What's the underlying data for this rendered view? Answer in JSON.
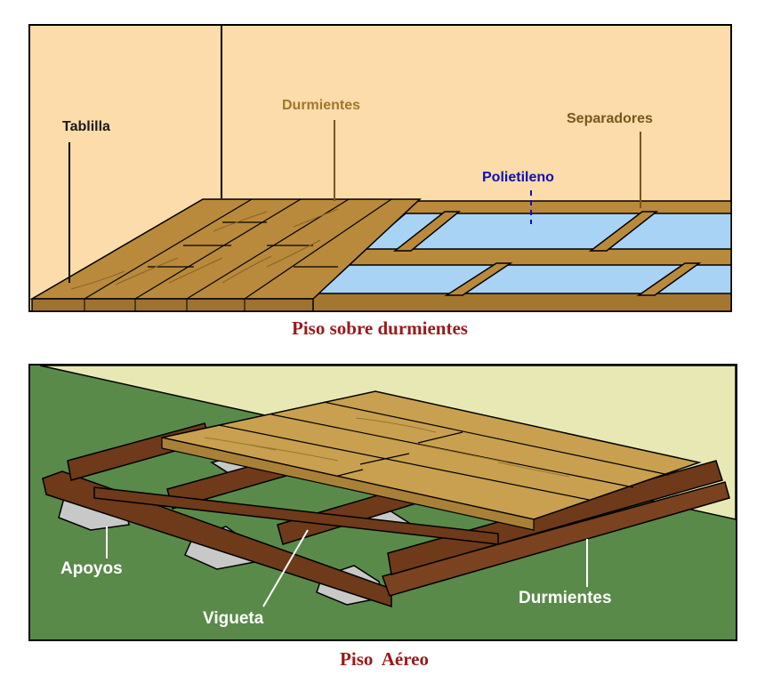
{
  "diagram1": {
    "caption": "Piso sobre durmientes",
    "labels": {
      "tablilla": "Tablilla",
      "durmientes": "Durmientes",
      "separadores": "Separadores",
      "polietileno": "Polietileno"
    },
    "colors": {
      "wall": "#FBDCAA",
      "wood": "#B98A3C",
      "wood_dark": "#7A5520",
      "plastic": "#A9D3F5",
      "label_tan": "#A0772A",
      "label_dark": "#1A1A1A",
      "label_blue": "#1010B0"
    }
  },
  "diagram2": {
    "caption": "Piso  Aéreo",
    "labels": {
      "apoyos": "Apoyos",
      "vigueta": "Vigueta",
      "durmientes": "Durmientes"
    },
    "colors": {
      "ground": "#5A8A4A",
      "wall": "#E8E8B4",
      "beam": "#6E3A1A",
      "deck": "#C8A050",
      "support": "#C8C8C8",
      "label": "#FFFFFF"
    }
  },
  "caption_color": "#9A1A1A"
}
